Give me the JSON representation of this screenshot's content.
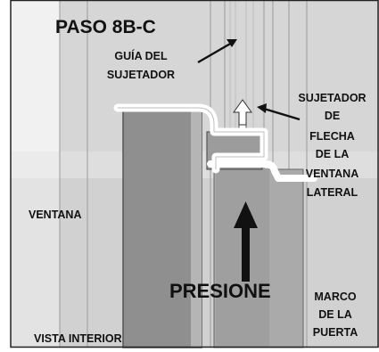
{
  "step_title": "PASO 8B-C",
  "labels": {
    "fastener_guide": [
      "GUÍA DEL",
      "SUJETADOR"
    ],
    "side_window_arrow_fastener": [
      "SUJETADOR",
      "DE",
      "FLECHA",
      "DE LA",
      "VENTANA",
      "LATERAL"
    ],
    "window": "VENTANA",
    "press": "PRESIONE",
    "door_frame": [
      "MARCO",
      "DE LA",
      "PUERTA"
    ],
    "interior_view": "VISTA INTERIOR"
  },
  "icons": [
    "leader-arrow-icon",
    "push-up-arrow-icon"
  ]
}
